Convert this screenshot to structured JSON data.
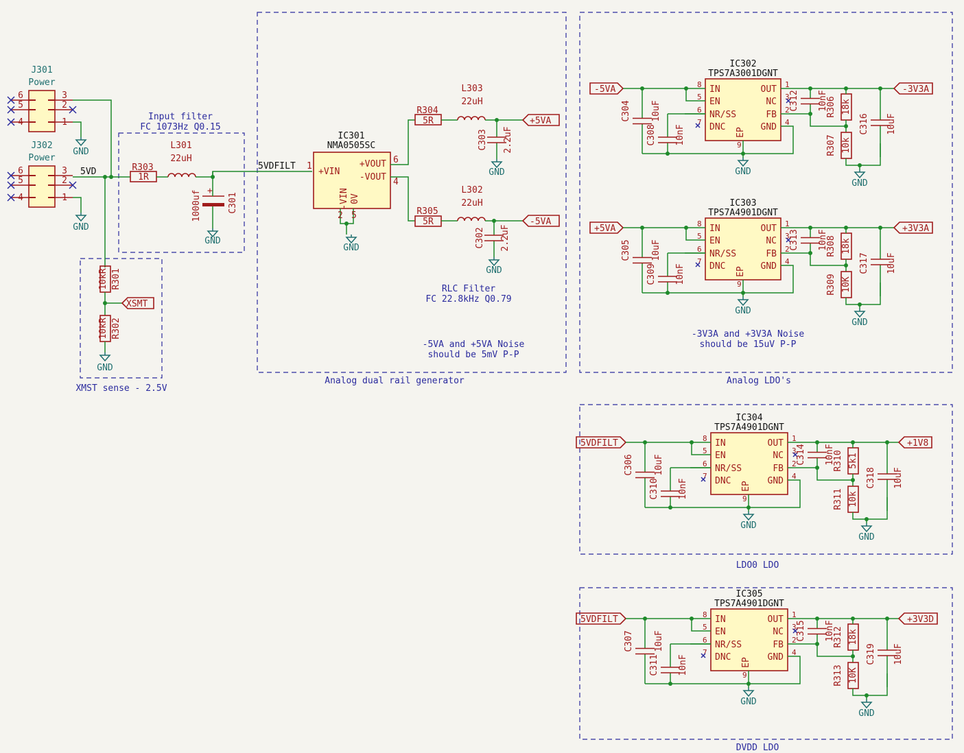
{
  "blocks": {
    "input_filter": {
      "title": "Input filter",
      "subtitle": "FC 1073Hz Q0.15"
    },
    "xmst": {
      "title": "XMST sense - 2.5V"
    },
    "dual_rail": {
      "title": "Analog dual rail generator",
      "rlc_title": "RLC Filter",
      "rlc_sub": "FC 22.8kHz Q0.79",
      "noise1": "-5VA and +5VA Noise",
      "noise2": "should be 5mV P-P"
    },
    "analog_ldo": {
      "title": "Analog LDO's",
      "noise1": "-3V3A and +3V3A Noise",
      "noise2": "should be 15uV P-P"
    },
    "ldo0": {
      "title": "LDO0 LDO"
    },
    "dvdd": {
      "title": "DVDD LDO"
    }
  },
  "connectors": [
    {
      "ref": "J301",
      "value": "Power"
    },
    {
      "ref": "J302",
      "value": "Power"
    }
  ],
  "nets": {
    "v5d": "5VD",
    "v5dfilt": "5VDFILT",
    "gnd": "GND"
  },
  "labels": {
    "xsmt": "XSMT",
    "p5va": "+5VA",
    "n5va": "-5VA",
    "n5va_in": "-5VA",
    "p5va_in": "+5VA",
    "n3v3a": "-3V3A",
    "p3v3a": "+3V3A",
    "v5dfilt_a": "5VDFILT",
    "v5dfilt_b": "5VDFILT",
    "p1v8": "+1V8",
    "p3v3d": "+3V3D"
  },
  "parts": {
    "r303": {
      "ref": "R303",
      "value": "1R"
    },
    "l301": {
      "ref": "L301",
      "value": "22uH"
    },
    "c301": {
      "ref": "C301",
      "value": "1000uf"
    },
    "r301": {
      "ref": "R301",
      "value": "10kR"
    },
    "r302": {
      "ref": "R302",
      "value": "10kR"
    },
    "ic301": {
      "ref": "IC301",
      "value": "NMA0505SC",
      "pin_vin_p": "+VIN",
      "pin_vin_n": "-VIN",
      "pin_vout_p": "+VOUT",
      "pin_vout_n": "-VOUT",
      "pin_0v": "0V"
    },
    "r304": {
      "ref": "R304",
      "value": "5R"
    },
    "r305": {
      "ref": "R305",
      "value": "5R"
    },
    "l303": {
      "ref": "L303",
      "value": "22uH"
    },
    "l302": {
      "ref": "L302",
      "value": "22uH"
    },
    "c303": {
      "ref": "C303",
      "value": "2.2uF"
    },
    "c302": {
      "ref": "C302",
      "value": "2.2uF"
    }
  },
  "ldos": [
    {
      "ref": "IC302",
      "value": "TPS7A3001DGNT",
      "cin": "C304",
      "cin_v": "10uF",
      "cnr": "C308",
      "cnr_v": "10nF",
      "cff": "C312",
      "cff_v": "10nF",
      "rtop": "R306",
      "rtop_v": "18k",
      "rbot": "R307",
      "rbot_v": "10k",
      "cout": "C316",
      "cout_v": "10uF"
    },
    {
      "ref": "IC303",
      "value": "TPS7A4901DGNT",
      "cin": "C305",
      "cin_v": "10uF",
      "cnr": "C309",
      "cnr_v": "10nF",
      "cff": "C313",
      "cff_v": "10nF",
      "rtop": "R308",
      "rtop_v": "18k",
      "rbot": "R309",
      "rbot_v": "10K",
      "cout": "C317",
      "cout_v": "10uF"
    },
    {
      "ref": "IC304",
      "value": "TPS7A4901DGNT",
      "cin": "C306",
      "cin_v": "10uF",
      "cnr": "C310",
      "cnr_v": "10nF",
      "cff": "C314",
      "cff_v": "10nF",
      "rtop": "R310",
      "rtop_v": "5k1",
      "rbot": "R311",
      "rbot_v": "10k",
      "cout": "C318",
      "cout_v": "10uF"
    },
    {
      "ref": "IC305",
      "value": "TPS7A4901DGNT",
      "cin": "C307",
      "cin_v": "10uF",
      "cnr": "C311",
      "cnr_v": "10nF",
      "cff": "C315",
      "cff_v": "10nF",
      "rtop": "R312",
      "rtop_v": "18k",
      "rbot": "R313",
      "rbot_v": "10K",
      "cout": "C319",
      "cout_v": "10uF"
    }
  ],
  "ldo_pins": {
    "in": "IN",
    "en": "EN",
    "nr": "NR/SS",
    "dnc": "DNC",
    "out": "OUT",
    "nc": "NC",
    "fb": "FB",
    "gnd": "GND",
    "ep": "EP"
  }
}
